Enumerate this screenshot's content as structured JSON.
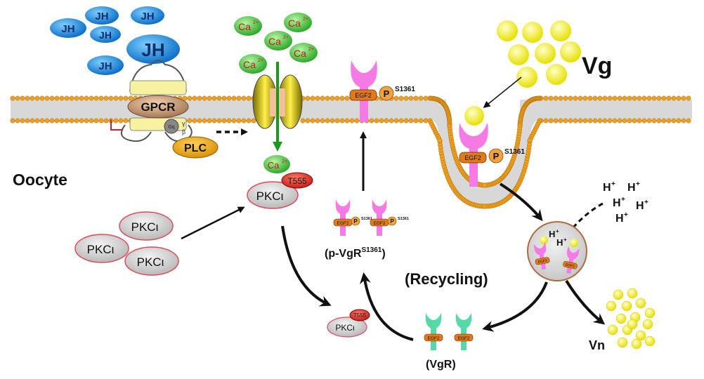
{
  "labels": {
    "jh": "JH",
    "ca": "Ca",
    "ca_sup": "2+",
    "gpcr": "GPCR",
    "plc": "PLC",
    "gq": "Gq",
    "gamma": "γ",
    "beta": "β",
    "oocyte": "Oocyte",
    "pkc": "PKCι",
    "t555": "T555",
    "egf2": "EGF2",
    "p": "P",
    "s1361": "S1361",
    "vg": "Vg",
    "h": "H",
    "h_sup": "+",
    "pvgr_main": "(p-VgR",
    "pvgr_sup": "S1361",
    "pvgr_close": ")",
    "recycling": "(Recycling)",
    "vgr": "(VgR)",
    "vn": "Vn"
  },
  "colors": {
    "jh_blue": "#1e90d8",
    "ca_green": "#3ec43a",
    "ca_text": "#cc1a1a",
    "vg_yellow": "#f6f21a",
    "receptor_pink": "#f57ae6",
    "receptor_green": "#55d9a8",
    "egf_orange": "#e07a1a",
    "phospho_orange": "#f2a23c",
    "pkc_gray": "#d2d2d2",
    "t555_red": "#d9261f",
    "membrane_head": "#f0a020"
  }
}
